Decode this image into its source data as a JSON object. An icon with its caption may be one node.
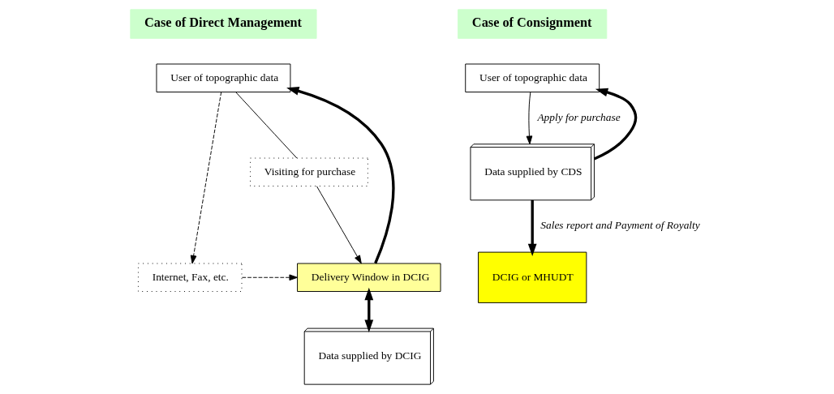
{
  "diagram": {
    "nodes": [
      {
        "text": [
          "Case of Direct Management"
        ]
      },
      {
        "text": [
          "User of topographic data"
        ]
      },
      {
        "text": [
          "Visiting for purchase"
        ]
      },
      {
        "text": [
          "Internet, Fax, etc."
        ]
      },
      {
        "text": [
          "Delivery Window in DCIG"
        ]
      },
      {
        "text": [
          "Data supplied by DCIG"
        ]
      },
      {
        "text": [
          "Case of Consignment"
        ]
      },
      {
        "text": [
          "User of topographic data"
        ]
      },
      {
        "text": [
          "Data supplied by CDS"
        ]
      },
      {
        "text": [
          "DCIG or MHUDT"
        ]
      }
    ],
    "edges": [
      {
        "from": 1,
        "to": 2,
        "arrow": "none"
      },
      {
        "from": 2,
        "to": 4,
        "arrow": "to"
      },
      {
        "from": 1,
        "to": 3,
        "arrow": "to",
        "style": "dashed"
      },
      {
        "from": 3,
        "to": 4,
        "arrow": "to",
        "style": "dashed"
      },
      {
        "from": 4,
        "to": 1,
        "arrow": "to",
        "style": "thick"
      },
      {
        "from": 4,
        "to": 5,
        "arrow": "both",
        "style": "thick"
      },
      {
        "from": 7,
        "to": 8,
        "arrow": "to",
        "label": "Apply for purchase"
      },
      {
        "from": 8,
        "to": 7,
        "arrow": "to",
        "style": "thick"
      },
      {
        "from": 8,
        "to": 9,
        "arrow": "to",
        "style": "thick",
        "label": "Sales report and Payment of Royalty"
      }
    ]
  }
}
